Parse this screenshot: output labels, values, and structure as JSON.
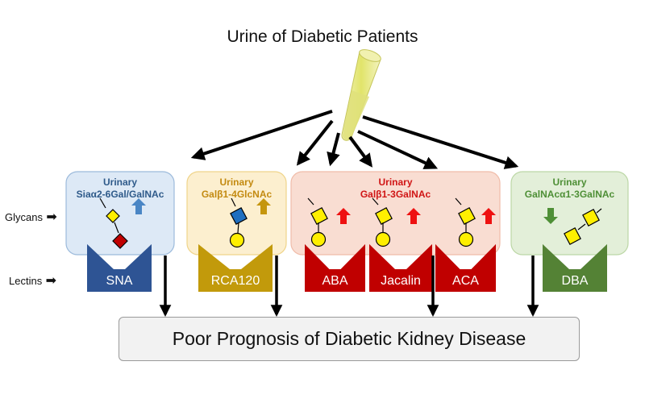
{
  "title": "Urine of Diabetic Patients",
  "side_labels": {
    "glycans": "Glycans",
    "lectins": "Lectins"
  },
  "groups": [
    {
      "name": "sna",
      "line1": "Urinary",
      "line2": "Siaα2-6Gal/GalNAc",
      "trend": "up",
      "box_fill": "#dde9f6",
      "box_border": "#9cbadb",
      "text_color": "#2e5a8a",
      "arrow_color": "#4a86c5",
      "lectins": [
        {
          "name": "SNA",
          "color": "#2e5494"
        }
      ]
    },
    {
      "name": "rca120",
      "line1": "Urinary",
      "line2": "Galβ1-4GlcNAc",
      "trend": "up",
      "box_fill": "#fcefcf",
      "box_border": "#efd48a",
      "text_color": "#c38a10",
      "arrow_color": "#c5960e",
      "lectins": [
        {
          "name": "RCA120",
          "color": "#c29a0b"
        }
      ]
    },
    {
      "name": "abajacalinaca",
      "line1": "Urinary",
      "line2": "Galβ1-3GalNAc",
      "trend": "up",
      "box_fill": "#f9ddd2",
      "box_border": "#f0bca9",
      "text_color": "#d01515",
      "arrow_color": "#ee1111",
      "lectins": [
        {
          "name": "ABA",
          "color": "#c00000"
        },
        {
          "name": "Jacalin",
          "color": "#c00000"
        },
        {
          "name": "ACA",
          "color": "#c00000"
        }
      ]
    },
    {
      "name": "dba",
      "line1": "Urinary",
      "line2": "GalNAcα1-3GalNAc",
      "trend": "down",
      "box_fill": "#e3efd9",
      "box_border": "#bcd7a6",
      "text_color": "#4e8f36",
      "arrow_color": "#4e8f36",
      "lectins": [
        {
          "name": "DBA",
          "color": "#548235"
        }
      ]
    }
  ],
  "outcome": "Poor Prognosis of Diabetic Kidney Disease",
  "colors": {
    "yellow_glycan": "#ffef00",
    "blue_glycan": "#1f6fc0",
    "red_glycan": "#c00000",
    "tube": "#dfe07a"
  }
}
